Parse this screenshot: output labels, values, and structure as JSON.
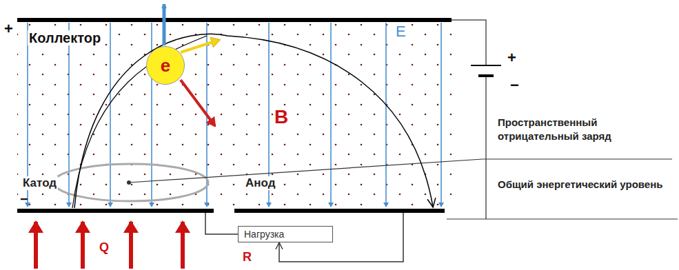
{
  "diagram": {
    "nodes": [
      {
        "text": [
          "Катод"
        ]
      },
      {
        "text": [
          "Анод"
        ]
      },
      {
        "text": [
          "Нагрузка"
        ]
      },
      {
        "text": [
          "e"
        ]
      }
    ],
    "edges": [
      {
        "from": 0,
        "to": 2,
        "arrow": "none"
      },
      {
        "from": 1,
        "to": 2,
        "arrow": "to"
      }
    ],
    "labels": [
      "+",
      "Коллектор",
      "E",
      "B",
      "Пространственный отрицательный заряд",
      "Общий энергетический уровень",
      "−",
      "Q",
      "R",
      "+",
      "−"
    ]
  }
}
